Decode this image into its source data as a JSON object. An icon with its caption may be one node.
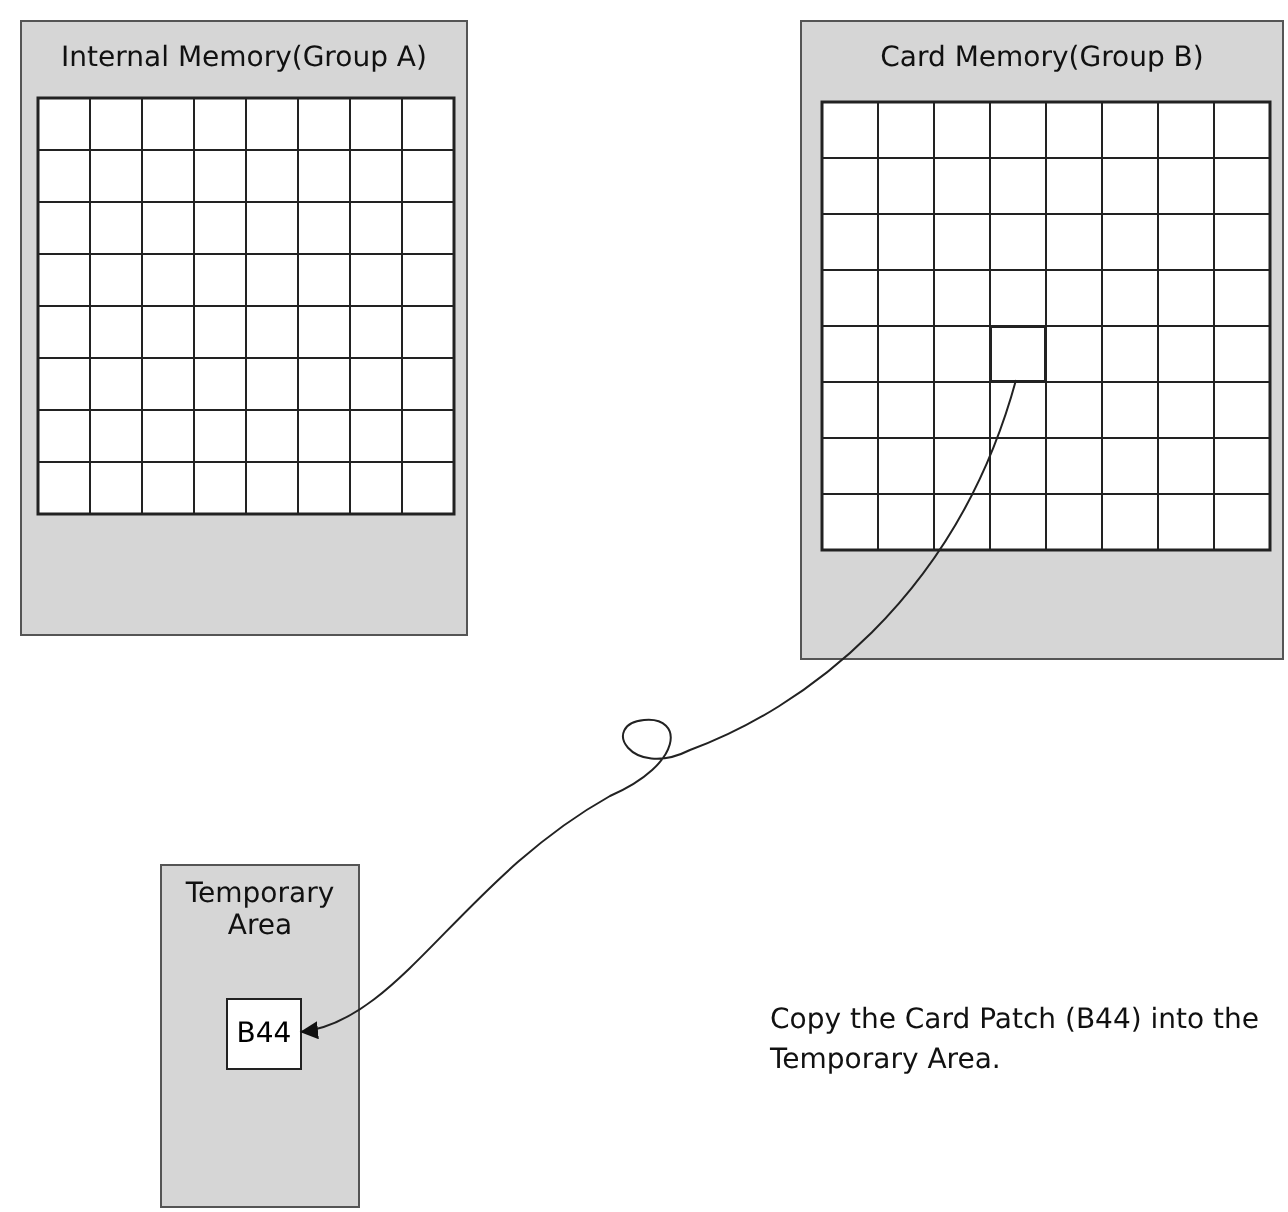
{
  "diagram": {
    "nodes": [
      {
        "text": [
          "Internal Memory(Group A)"
        ]
      },
      {
        "text": [
          "Card Memory(Group B)"
        ]
      },
      {
        "text": [],
        "shape": "box",
        "in": 1
      },
      {
        "text": [
          "Temporary Area"
        ]
      },
      {
        "text": [
          "B44"
        ],
        "in": 3
      }
    ],
    "edges": [
      {
        "from": 2,
        "to": 4,
        "arrow": "to"
      }
    ],
    "labels": [
      "Copy the Card Patch (B44) into the Temporary Area."
    ]
  }
}
